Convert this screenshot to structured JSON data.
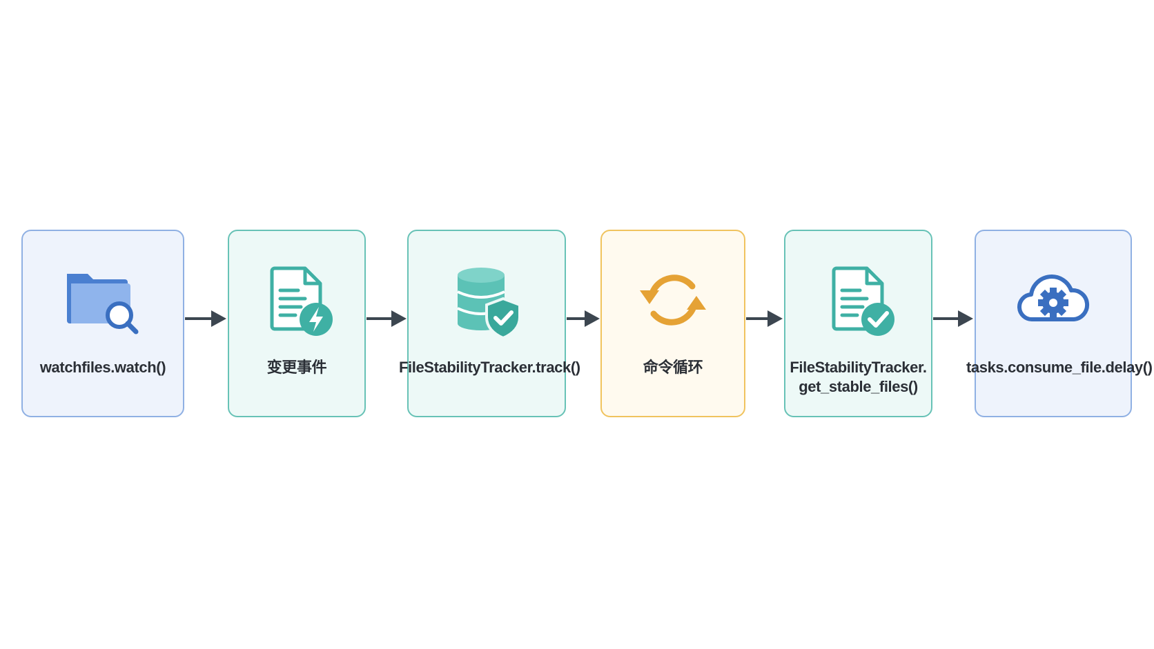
{
  "diagram": {
    "nodes": [
      {
        "label": "watchfiles.watch()",
        "icon": "folder-search-icon",
        "color": "#4a7fd0"
      },
      {
        "label": "变更事件",
        "icon": "document-lightning-icon",
        "color": "#3fb0a4"
      },
      {
        "label": "FileStabilityTracker.track()",
        "icon": "database-shield-icon",
        "color": "#3fb0a4"
      },
      {
        "label": "命令循环",
        "icon": "refresh-cycle-icon",
        "color": "#e5a235"
      },
      {
        "label": "FileStabilityTracker.\nget_stable_files()",
        "icon": "document-check-icon",
        "color": "#3fb0a4"
      },
      {
        "label": "tasks.consume_file.delay()",
        "icon": "cloud-gear-icon",
        "color": "#3a6fc0"
      }
    ],
    "arrow_color": "#3c4650"
  }
}
